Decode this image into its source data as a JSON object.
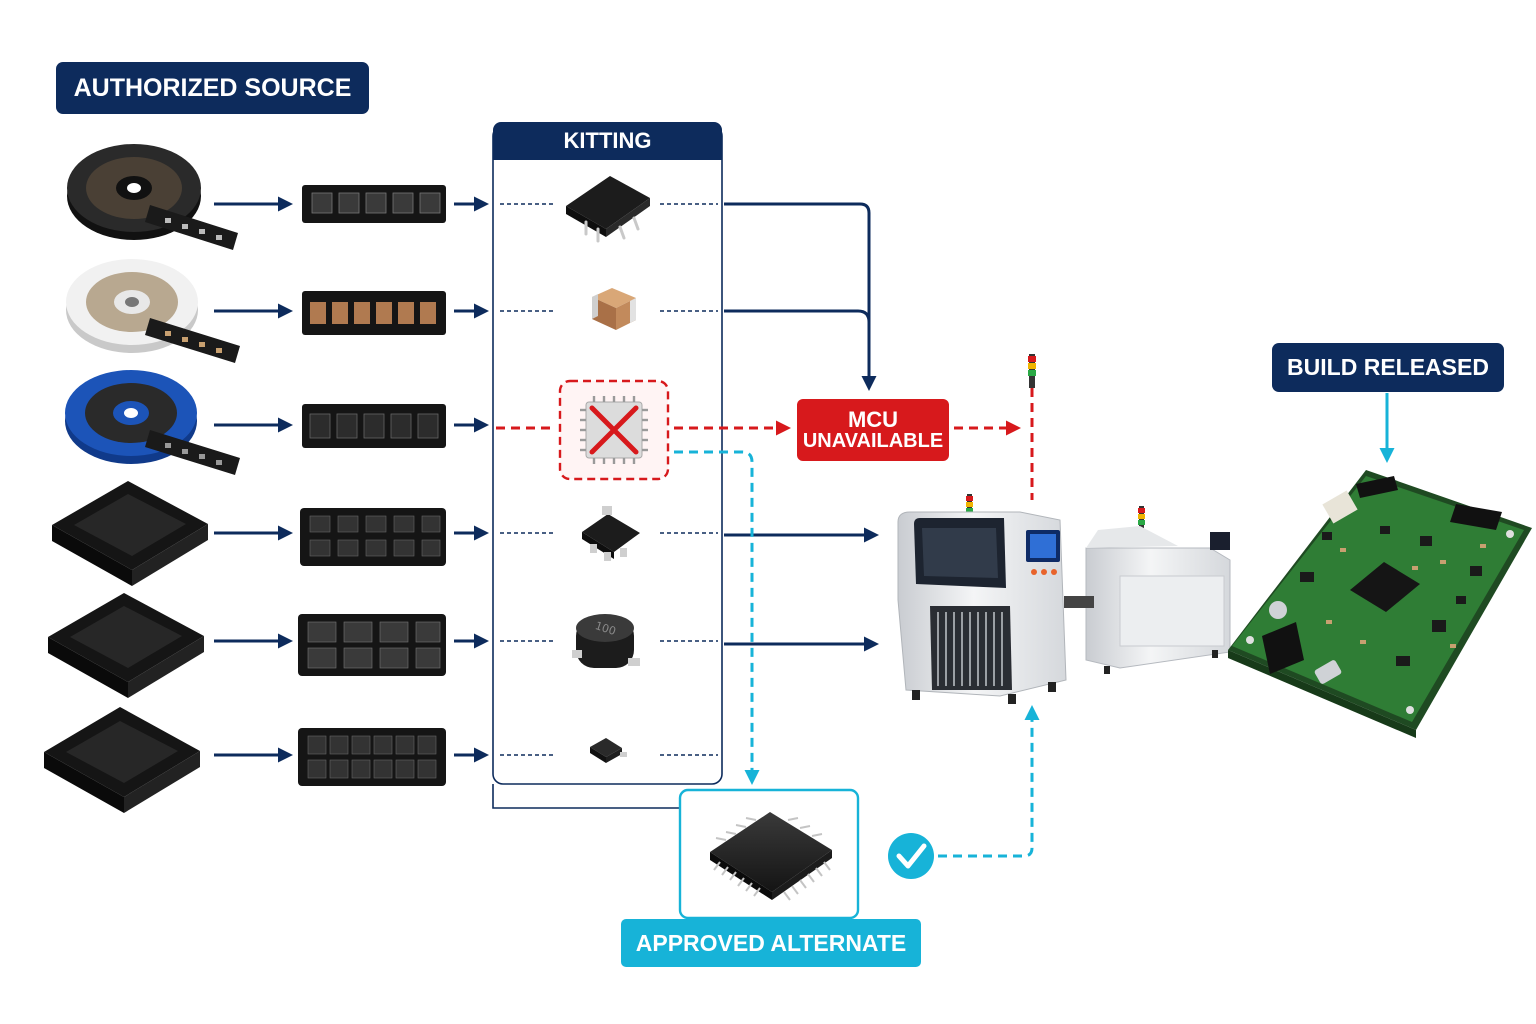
{
  "colors": {
    "navy": "#0d2b5c",
    "red": "#d7191c",
    "cyan": "#17b3d8",
    "pcb_green": "#2f7d35"
  },
  "labels": {
    "authorized_source": "AUTHORIZED SOURCE",
    "kitting": "KITTING",
    "mcu_status_line1": "MCU",
    "mcu_status_line2": "UNAVAILABLE",
    "build_released": "BUILD RELEASED",
    "approved_alternate": "APPROVED ALTERNATE"
  },
  "sources": [
    {
      "packaging": "reel",
      "reel_color": "black",
      "component": "soic-8-ic",
      "status": "available"
    },
    {
      "packaging": "reel",
      "reel_color": "white",
      "component": "chip-capacitor",
      "status": "available"
    },
    {
      "packaging": "reel",
      "reel_color": "blue",
      "component": "mcu-qfp",
      "status": "unavailable"
    },
    {
      "packaging": "tray",
      "component": "sot-223-transistor",
      "status": "available"
    },
    {
      "packaging": "tray",
      "component": "power-inductor",
      "status": "available"
    },
    {
      "packaging": "tray",
      "component": "small-diode",
      "status": "available"
    }
  ],
  "icons": {
    "unavailable": "red-x-icon",
    "approved": "check-circle-icon",
    "machine": "pick-and-place-machine",
    "board": "assembled-pcb"
  },
  "inductor_marking": "100"
}
